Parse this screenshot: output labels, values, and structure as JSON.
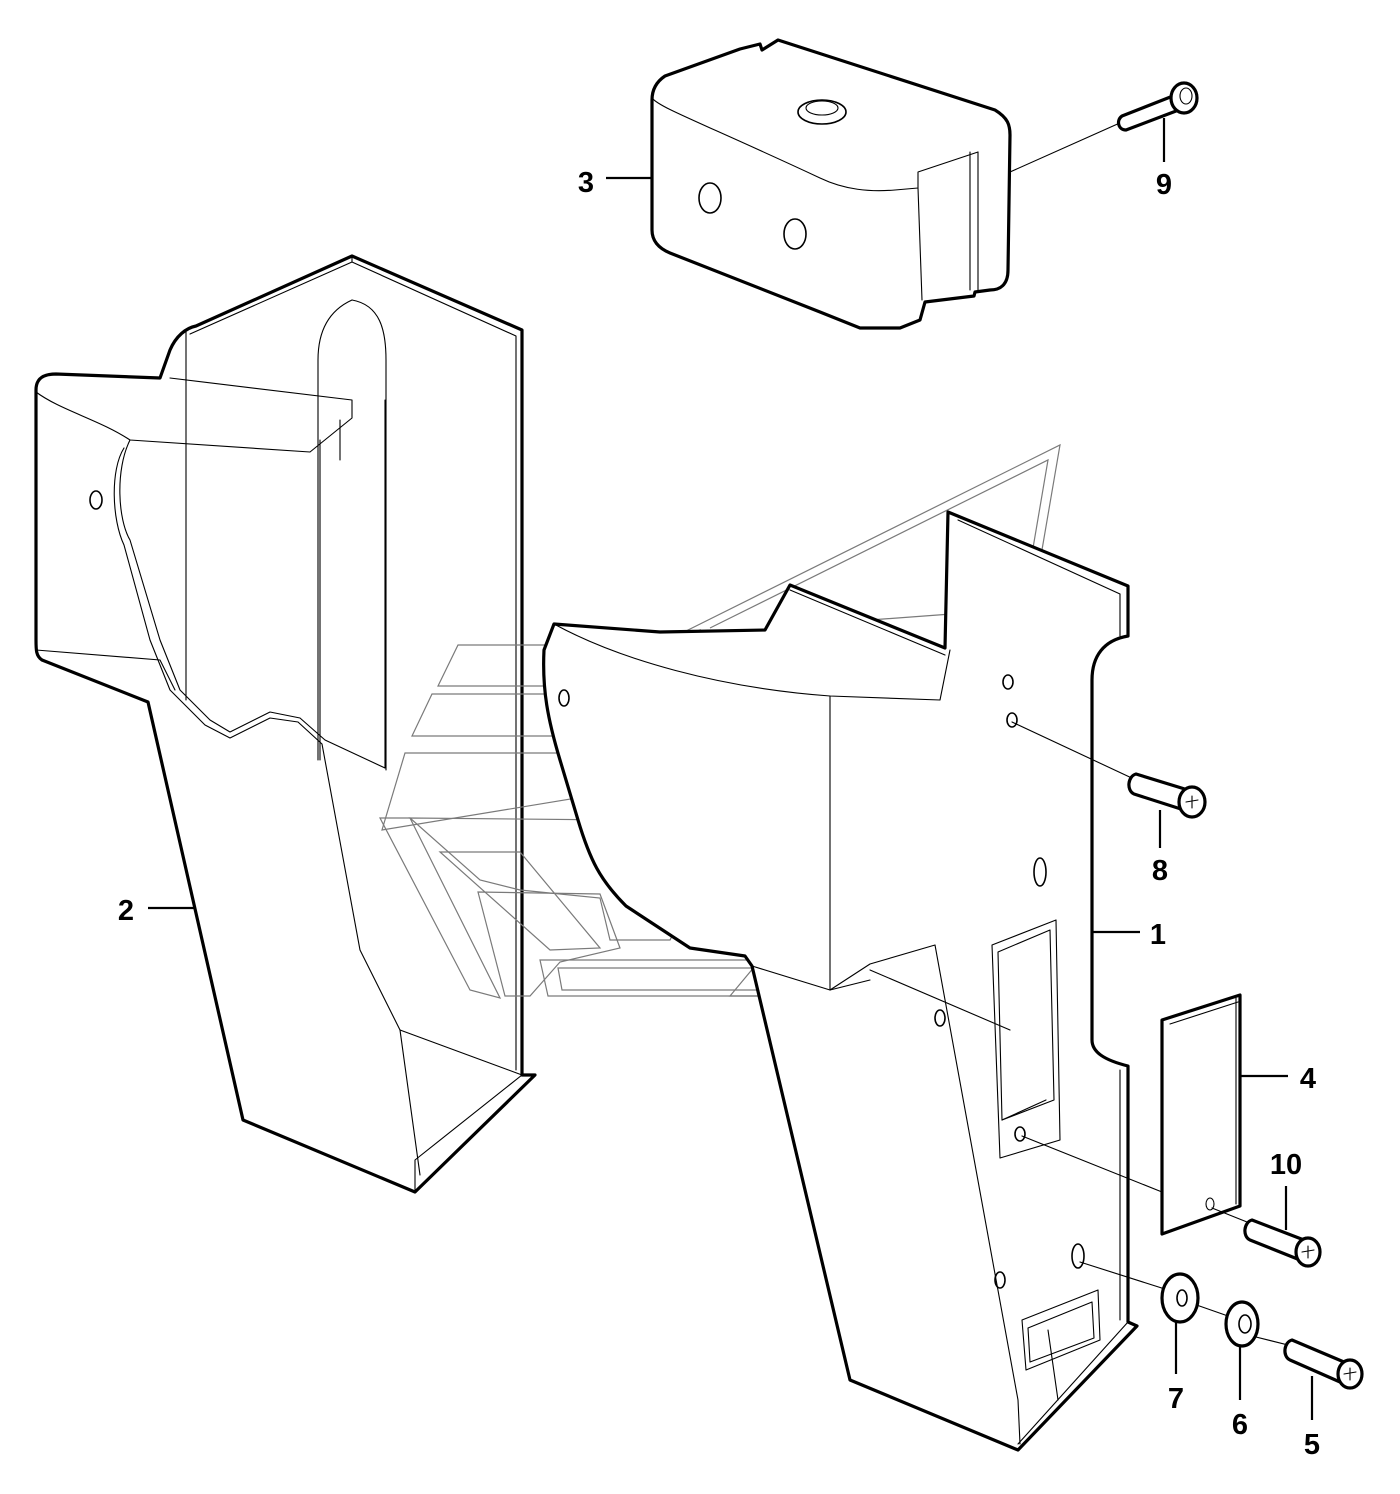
{
  "diagram": {
    "type": "exploded-parts-view",
    "labels": {
      "part1": "1",
      "part2": "2",
      "part3": "3",
      "part4": "4",
      "part5": "5",
      "part6": "6",
      "part7": "7",
      "part8": "8",
      "part9": "9",
      "part10": "10"
    }
  }
}
